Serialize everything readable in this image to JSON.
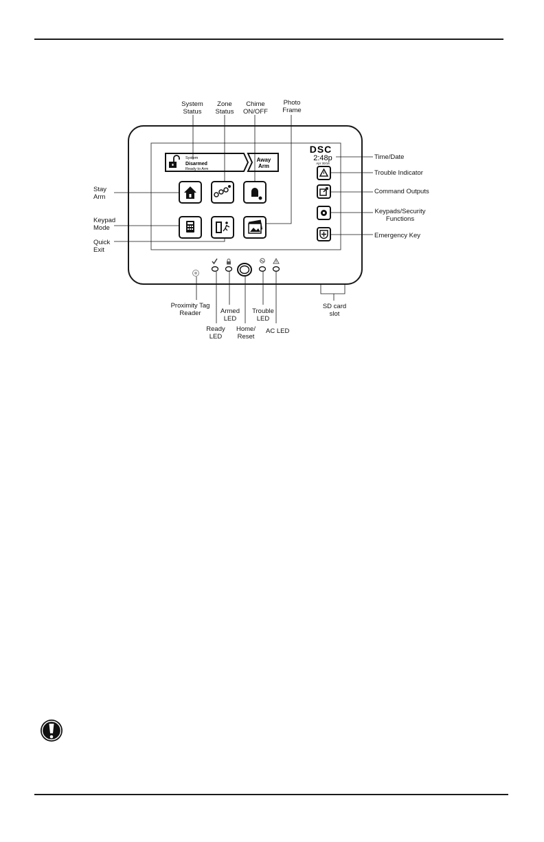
{
  "labels": {
    "system_status": [
      "System",
      "Status"
    ],
    "zone_status": [
      "Zone",
      "Status"
    ],
    "chime": [
      "Chime",
      "ON/OFF"
    ],
    "photo_frame": [
      "Photo",
      "Frame"
    ],
    "time_date": "Time/Date",
    "trouble_indicator": "Trouble Indicator",
    "command_outputs": "Command Outputs",
    "keypads_security": [
      "Keypads/Security",
      "Functions"
    ],
    "emergency_key": "Emergency Key",
    "stay_arm": [
      "Stay",
      "Arm"
    ],
    "keypad_mode": [
      "Keypad",
      "Mode"
    ],
    "quick_exit": [
      "Quick",
      "Exit"
    ],
    "proximity_tag": [
      "Proximity Tag",
      "Reader"
    ],
    "ready_led": [
      "Ready",
      "LED"
    ],
    "armed_led": [
      "Armed",
      "LED"
    ],
    "home_reset": [
      "Home/",
      "Reset"
    ],
    "trouble_led": [
      "Trouble",
      "LED"
    ],
    "ac_led": "AC LED",
    "sd_card": [
      "SD card",
      "slot"
    ]
  },
  "screen": {
    "brand": "DSC",
    "time": "2:48p",
    "date": "Apr 30/16",
    "status_heading": "System",
    "status_value": "Disarmed",
    "status_sub": "Ready to Arm",
    "away_line1": "Away",
    "away_line2": "Arm"
  }
}
